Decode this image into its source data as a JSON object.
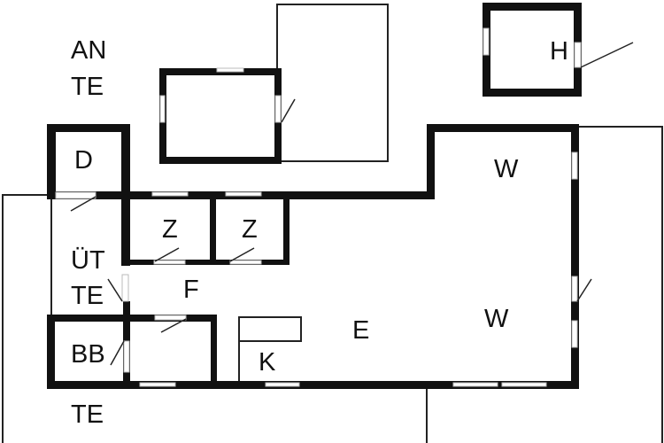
{
  "title": "Floor plan",
  "rooms": {
    "ante_line1": "AN",
    "ante_line2": "TE",
    "h": "H",
    "d": "D",
    "w_top": "W",
    "z_left": "Z",
    "z_right": "Z",
    "utte_line1": "ÜT",
    "utte_line2": "TE",
    "f": "F",
    "e": "E",
    "w_bottom": "W",
    "bb": "BB",
    "k": "K",
    "te_bottom": "TE"
  }
}
